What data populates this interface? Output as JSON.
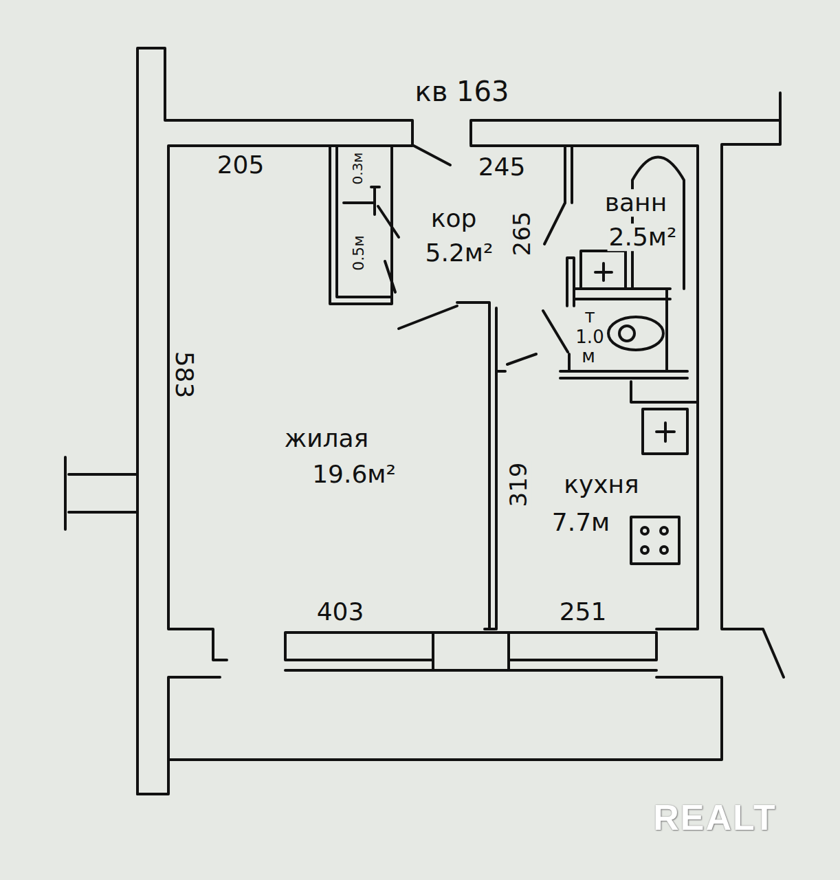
{
  "diagram": {
    "title": "кв 163",
    "nodes": [
      {
        "text": [
          "кор",
          "5.2м²"
        ]
      },
      {
        "text": [
          "ванн",
          "2.5м²"
        ]
      },
      {
        "text": [
          "т",
          "1.0",
          "м"
        ]
      },
      {
        "text": [
          "жилая",
          "19.6м²"
        ]
      },
      {
        "text": [
          "кухня",
          "7.7м"
        ]
      }
    ],
    "edges": [],
    "labels": [
      "205",
      "245",
      "0.3м",
      "0.5м",
      "265",
      "583",
      "319",
      "403",
      "251",
      "REALT"
    ]
  }
}
